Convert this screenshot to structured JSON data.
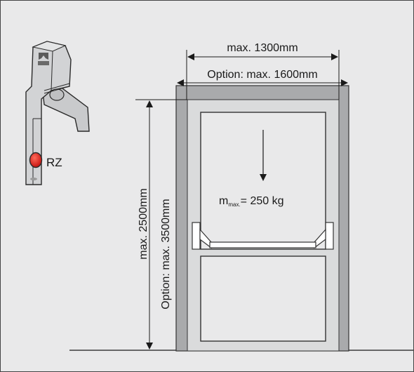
{
  "detail": {
    "label": "RZ",
    "icons": [
      "push-bar-handle-icon",
      "brand-crown-logo",
      "red-indicator-button"
    ]
  },
  "dimensions": {
    "width_max": "max. 1300mm",
    "width_option": "Option: max. 1600mm",
    "height_max": "max. 2500mm",
    "height_option": "Option: max. 3500mm"
  },
  "load": {
    "symbol": "m",
    "subscript": "max.",
    "value": "= 250 kg"
  },
  "colors": {
    "background": "#e9e9ea",
    "frame": "#a9aaac",
    "door_leaf": "#dadbdc",
    "panic_bar": "#ffffff",
    "indicator": "#e1241a",
    "line": "#1a1a1a"
  }
}
